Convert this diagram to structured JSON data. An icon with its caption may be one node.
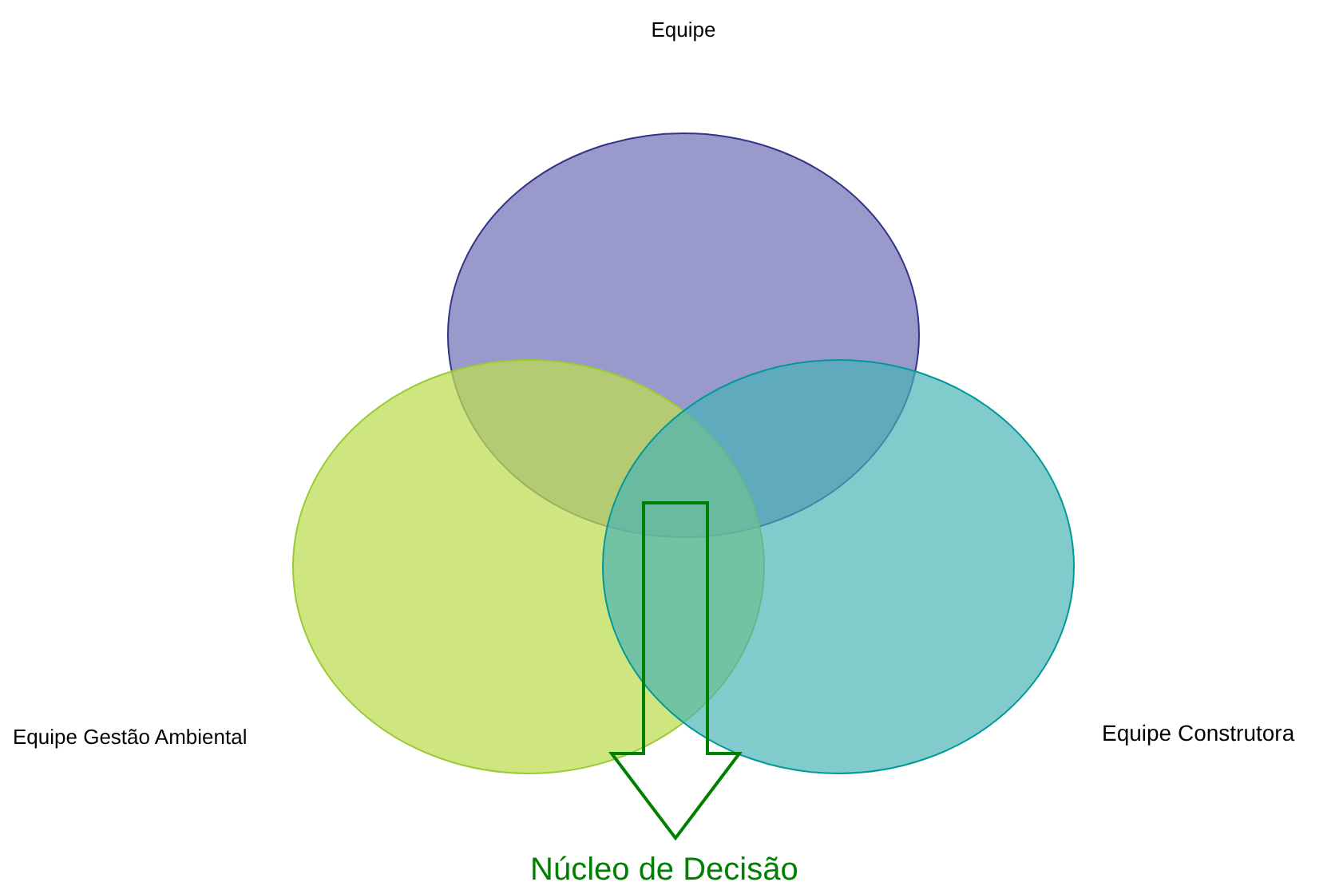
{
  "diagram": {
    "nodes": [
      {
        "text": [
          "Equipe"
        ]
      },
      {
        "text": [
          "Equipe Gestão Ambiental"
        ]
      },
      {
        "text": [
          "Equipe Construtora"
        ]
      },
      {
        "text": [
          "Núcleo de Decisão"
        ]
      }
    ],
    "edges": [
      {
        "from": null,
        "to": 3,
        "arrow": "to",
        "color": "#008000"
      }
    ]
  }
}
